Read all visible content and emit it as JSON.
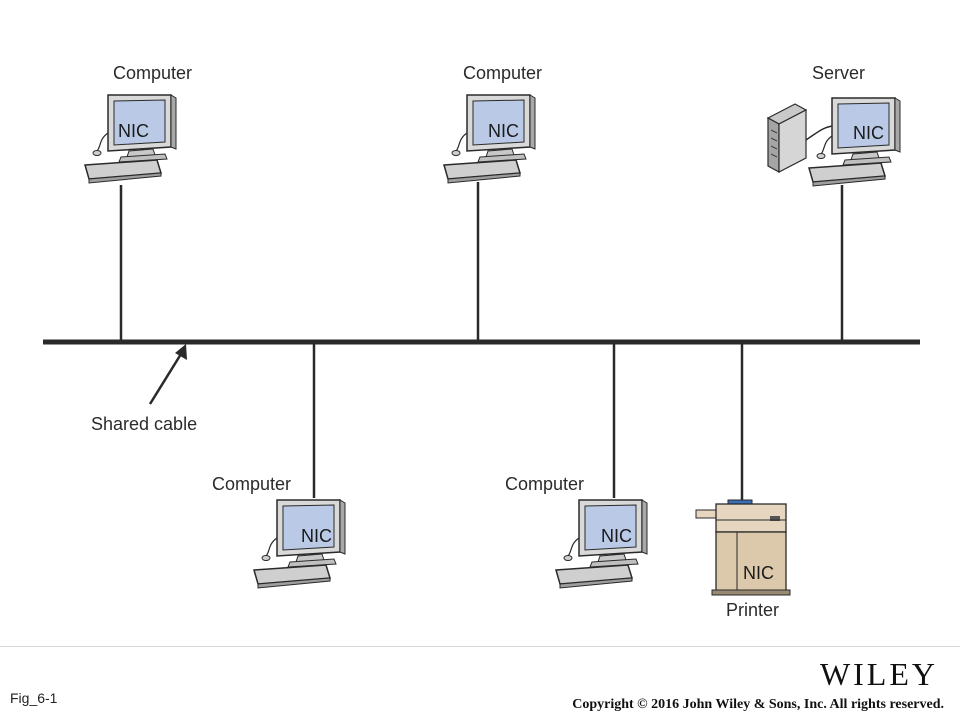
{
  "diagram": {
    "bus_label": "Shared cable",
    "nodes": [
      {
        "label": "Computer",
        "nic": "NIC"
      },
      {
        "label": "Computer",
        "nic": "NIC"
      },
      {
        "label": "Server",
        "nic": "NIC"
      },
      {
        "label": "Computer",
        "nic": "NIC"
      },
      {
        "label": "Computer",
        "nic": "NIC"
      },
      {
        "label": "Printer",
        "nic": "NIC"
      }
    ]
  },
  "footer": {
    "figure_label": "Fig_6-1",
    "publisher": "WILEY",
    "copyright": "Copyright © 2016 John Wiley & Sons, Inc. All rights reserved."
  }
}
